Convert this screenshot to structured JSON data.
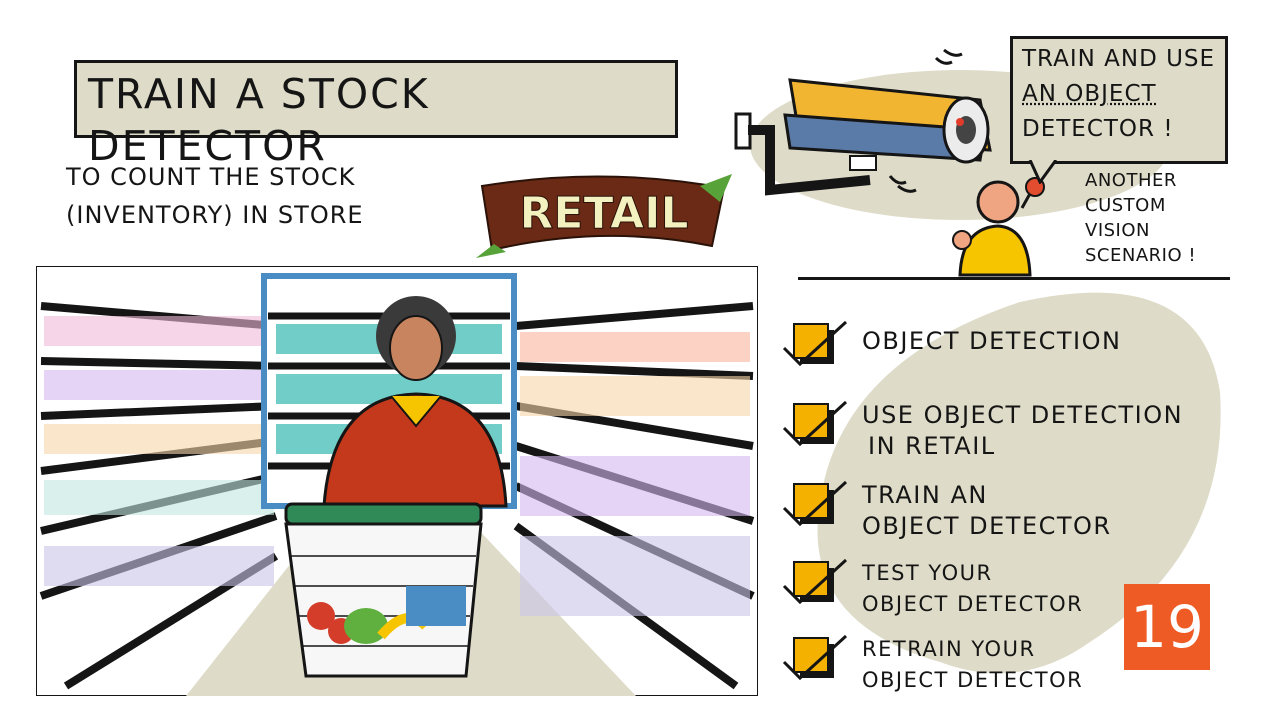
{
  "title": "TRAIN A STOCK DETECTOR",
  "subtitle": [
    "TO COUNT THE STOCK",
    "(INVENTORY) IN STORE"
  ],
  "banner": "RETAIL",
  "speech_bubble": [
    "TRAIN AND USE",
    "AN OBJECT",
    "DETECTOR !"
  ],
  "side_note": [
    "ANOTHER",
    "CUSTOM",
    "VISION",
    "SCENARIO !"
  ],
  "checklist": [
    {
      "lines": [
        "OBJECT DETECTION"
      ]
    },
    {
      "lines": [
        "USE OBJECT DETECTION",
        "IN RETAIL"
      ]
    },
    {
      "lines": [
        "TRAIN AN",
        "OBJECT DETECTOR"
      ]
    },
    {
      "lines": [
        "TEST YOUR",
        "OBJECT DETECTOR"
      ]
    },
    {
      "lines": [
        "RETRAIN YOUR",
        "OBJECT DETECTOR"
      ]
    }
  ],
  "lesson_number": "19",
  "colors": {
    "accent": "#ef5b24",
    "panel": "#dedcc8",
    "check": "#f5b100",
    "banner": "#6b2a16",
    "banner_text": "#f4f1c0"
  },
  "icons": [
    "security-camera-icon",
    "person-waving-icon",
    "shopper-illustration",
    "shopping-cart-illustration",
    "check-box-icon"
  ]
}
